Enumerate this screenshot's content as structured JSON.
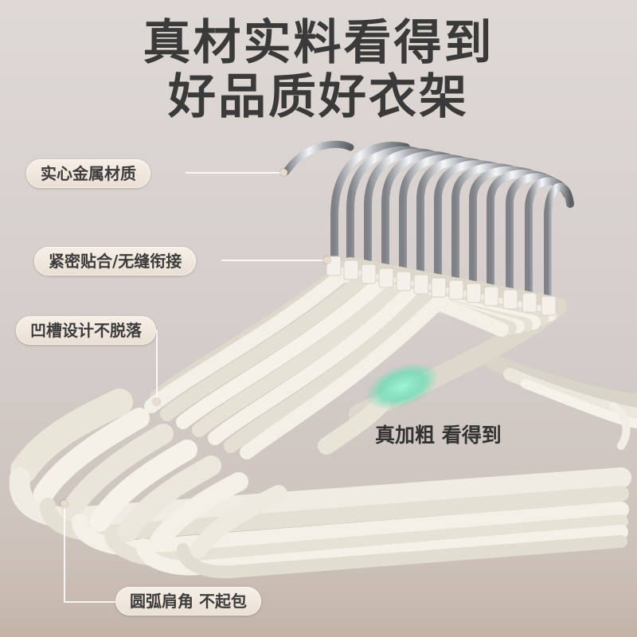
{
  "headline": {
    "line1": "真材实料看得到",
    "line2": "好品质好衣架"
  },
  "callouts": {
    "solid_metal": "实心金属材质",
    "tight_fit": "紧密贴合/无缝衔接",
    "groove_design": "凹槽设计不脱落",
    "round_shoulder": "圆弧肩角 不起包"
  },
  "thickened_label": "真加粗 看得到",
  "colors": {
    "background": "#d6cfcc",
    "hanger_body": "#f2efe6",
    "hook_metal": "#c9cccf",
    "highlight_glow": "#7fe6c2",
    "headline_text": "#3a3a3a",
    "callout_fill": "#efe5da"
  }
}
